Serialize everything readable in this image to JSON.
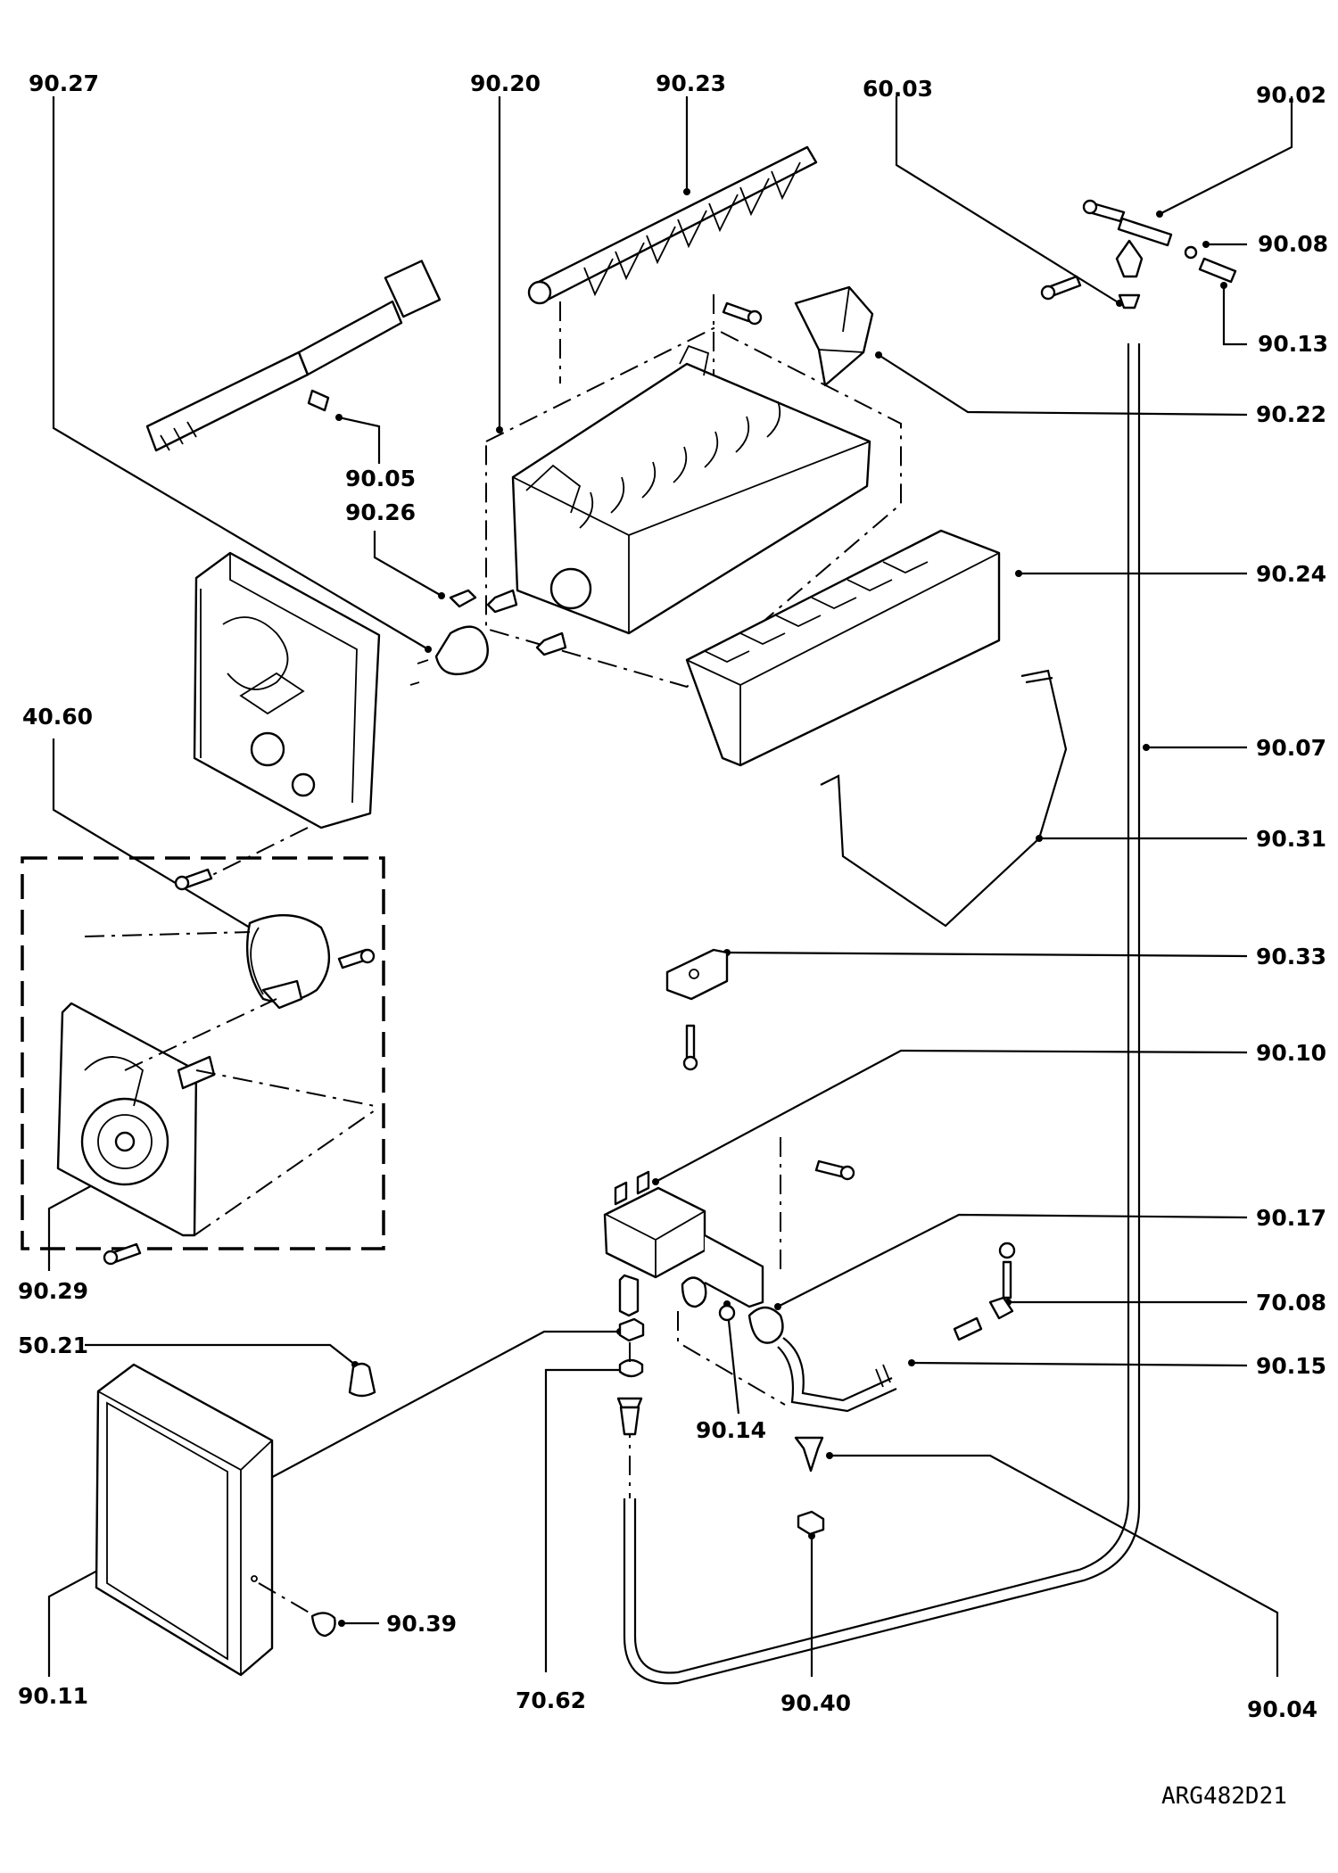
{
  "drawing_code": "ARG482D21",
  "callouts": [
    {
      "id": "c9027",
      "text": "90.27"
    },
    {
      "id": "c9020",
      "text": "90.20"
    },
    {
      "id": "c9023",
      "text": "90.23"
    },
    {
      "id": "c6003",
      "text": "60.03"
    },
    {
      "id": "c9002",
      "text": "90.02"
    },
    {
      "id": "c9008",
      "text": "90.08"
    },
    {
      "id": "c9013",
      "text": "90.13"
    },
    {
      "id": "c9022",
      "text": "90.22"
    },
    {
      "id": "c9005",
      "text": "90.05"
    },
    {
      "id": "c9026",
      "text": "90.26"
    },
    {
      "id": "c9024",
      "text": "90.24"
    },
    {
      "id": "c4060",
      "text": "40.60"
    },
    {
      "id": "c9007",
      "text": "90.07"
    },
    {
      "id": "c9031",
      "text": "90.31"
    },
    {
      "id": "c9033",
      "text": "90.33"
    },
    {
      "id": "c9010",
      "text": "90.10"
    },
    {
      "id": "c9017",
      "text": "90.17"
    },
    {
      "id": "c9029",
      "text": "90.29"
    },
    {
      "id": "c7008",
      "text": "70.08"
    },
    {
      "id": "c5021",
      "text": "50.21"
    },
    {
      "id": "c9015",
      "text": "90.15"
    },
    {
      "id": "c9014",
      "text": "90.14"
    },
    {
      "id": "c9039",
      "text": "90.39"
    },
    {
      "id": "c9011",
      "text": "90.11"
    },
    {
      "id": "c7062",
      "text": "70.62"
    },
    {
      "id": "c9040",
      "text": "90.40"
    },
    {
      "id": "c9004",
      "text": "90.04"
    }
  ]
}
